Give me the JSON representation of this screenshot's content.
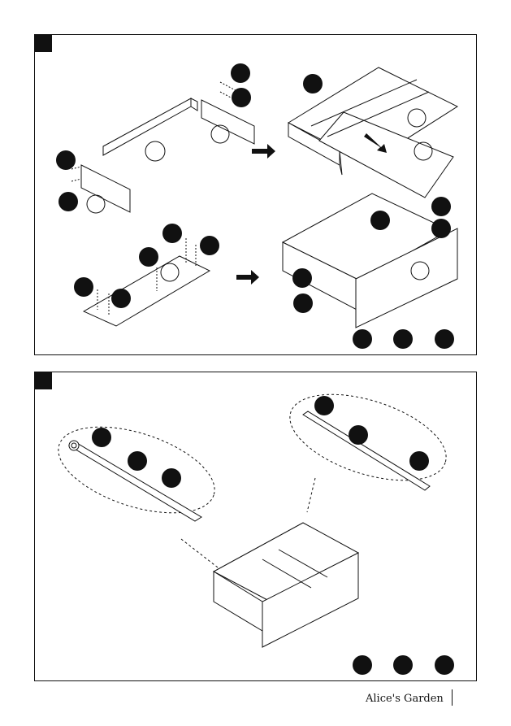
{
  "brand": {
    "logo_text": "Alice's Garden"
  },
  "panels": [
    {
      "id": "assembly-step-1"
    },
    {
      "id": "assembly-step-2"
    }
  ]
}
